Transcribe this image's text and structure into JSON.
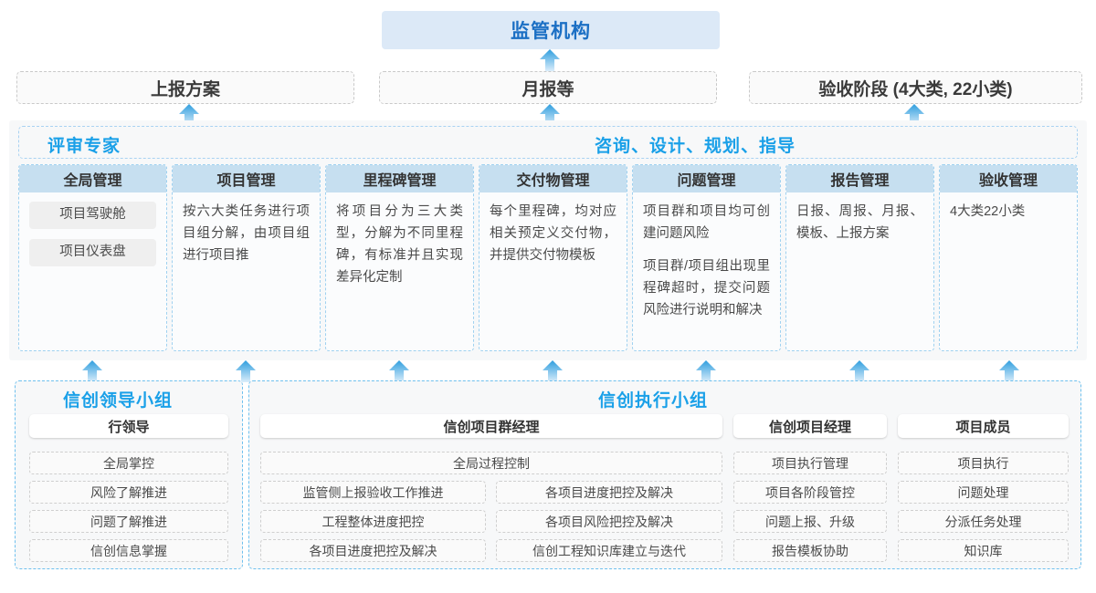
{
  "regulator": {
    "title": "监管机构"
  },
  "submissions": [
    {
      "label": "上报方案"
    },
    {
      "label": "月报等"
    },
    {
      "label": "验收阶段 (4大类, 22小类)"
    }
  ],
  "middle": {
    "label_left": "评审专家",
    "label_center": "咨询、设计、规划、指导",
    "columns": [
      {
        "head": "全局管理",
        "pills": [
          "项目驾驶舱",
          "项目仪表盘"
        ],
        "paras": []
      },
      {
        "head": "项目管理",
        "pills": [],
        "paras": [
          "按六大类任务进行项目组分解，由项目组进行项目推"
        ]
      },
      {
        "head": "里程碑管理",
        "pills": [],
        "paras": [
          "将项目分为三大类型，分解为不同里程碑，有标准并且实现差异化定制"
        ]
      },
      {
        "head": "交付物管理",
        "pills": [],
        "paras": [
          "每个里程碑，均对应相关预定义交付物，并提供交付物模板"
        ]
      },
      {
        "head": "问题管理",
        "pills": [],
        "paras": [
          "项目群和项目均可创建问题风险",
          "项目群/项目组出现里程碑超时，提交问题风险进行说明和解决"
        ]
      },
      {
        "head": "报告管理",
        "pills": [],
        "paras": [
          "日报、周报、月报、模板、上报方案"
        ]
      },
      {
        "head": "验收管理",
        "pills": [],
        "paras": [
          "4大类22小类"
        ]
      }
    ]
  },
  "bottom": {
    "left_group": {
      "title": "信创领导小组",
      "role": "行领导",
      "tasks": [
        "全局掌控",
        "风险了解推进",
        "问题了解推进",
        "信创信息掌握"
      ]
    },
    "right_group": {
      "title": "信创执行小组",
      "program_manager": {
        "role": "信创项目群经理",
        "wide_task": "全局过程控制",
        "left_tasks": [
          "监管侧上报验收工作推进",
          "工程整体进度把控",
          "各项目进度把控及解决"
        ],
        "right_tasks": [
          "各项目进度把控及解决",
          "各项目风险把控及解决",
          "信创工程知识库建立与迭代"
        ]
      },
      "project_manager": {
        "role": "信创项目经理",
        "tasks": [
          "项目执行管理",
          "项目各阶段管控",
          "问题上报、升级",
          "报告模板协助"
        ]
      },
      "member": {
        "role": "项目成员",
        "tasks": [
          "项目执行",
          "问题处理",
          "分派任务处理",
          "知识库"
        ]
      }
    }
  },
  "colors": {
    "accent": "#1aa0e8",
    "header_blue": "#c6dff0",
    "title_bg": "#dce9f7",
    "title_text": "#1b6fc4",
    "arrow_top": "#2f9ede",
    "arrow_bottom": "#d6ecfa"
  },
  "arrows": {
    "regulator_in": 1,
    "to_submission": 3,
    "to_middle": 7
  }
}
